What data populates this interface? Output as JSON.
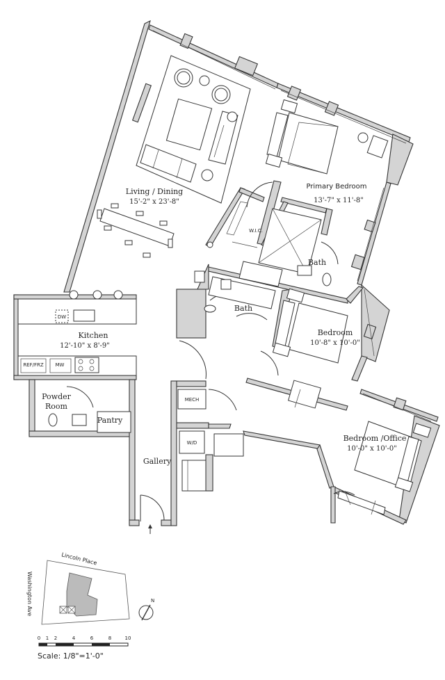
{
  "rooms": {
    "living": {
      "name": "Living / Dining",
      "dims": "15'-2\" x 23'-8\""
    },
    "primary_bedroom": {
      "name": "Primary Bedroom",
      "dims": "13'-7\" x 11'-8\""
    },
    "wic": {
      "name": "W.I.C."
    },
    "primary_bath": {
      "name": "Bath"
    },
    "bath": {
      "name": "Bath"
    },
    "bedroom": {
      "name": "Bedroom",
      "dims": "10'-8\" x 10'-0\""
    },
    "kitchen": {
      "name": "Kitchen",
      "dims": "12'-10\" x 8'-9\""
    },
    "powder": {
      "name": "Powder",
      "name2": "Room"
    },
    "pantry": {
      "name": "Pantry"
    },
    "gallery": {
      "name": "Gallery"
    },
    "bedroom_office": {
      "name": "Bedroom /Office",
      "dims": "10'-0\" x 10'-0\""
    }
  },
  "appliances": {
    "dw": "DW",
    "ref": "REF/FRZ",
    "mw": "MW",
    "mech": "MECH",
    "wd": "W/D"
  },
  "keyplan": {
    "street_top": "Lincoln Place",
    "street_left": "Washington Ave",
    "north": "N"
  },
  "scale": {
    "ticks": [
      "0",
      "1",
      "2",
      "4",
      "6",
      "8",
      "10"
    ],
    "label": "Scale: 1/8\"=1'-0\""
  }
}
